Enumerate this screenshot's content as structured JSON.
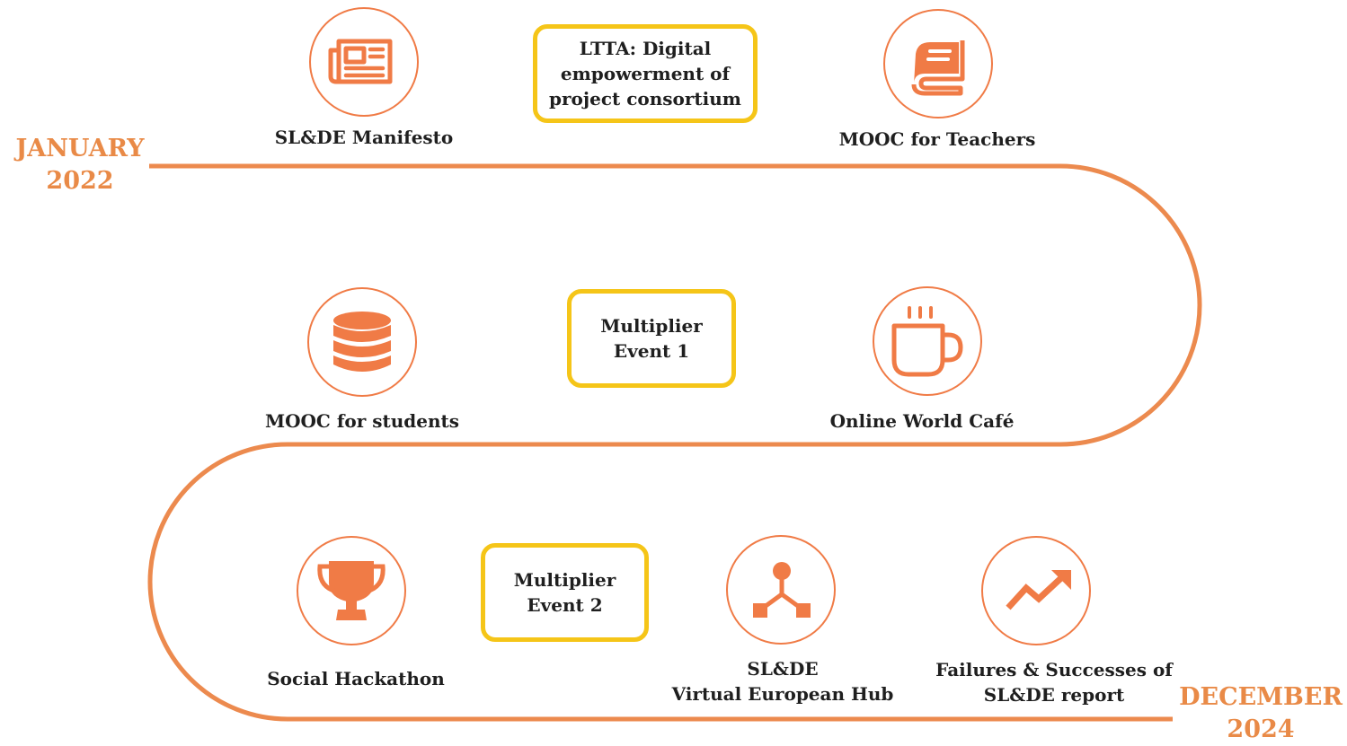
{
  "colors": {
    "path": "#ec8a4e",
    "icon": "#f07b46",
    "event_border": "#f5c518",
    "date": "#e98a47",
    "caption": "#1f1f1f"
  },
  "start_date": {
    "month": "JANUARY",
    "year": "2022"
  },
  "end_date": {
    "month": "DECEMBER",
    "year": "2024"
  },
  "milestones": {
    "manifesto": {
      "label": "SL&DE Manifesto",
      "icon": "newspaper-icon"
    },
    "mooc_teachers": {
      "label": "MOOC for Teachers",
      "icon": "book-icon"
    },
    "mooc_students": {
      "label": "MOOC for students",
      "icon": "database-icon"
    },
    "world_cafe": {
      "label": "Online World Café",
      "icon": "coffee-icon"
    },
    "hackathon": {
      "label": "Social Hackathon",
      "icon": "trophy-icon"
    },
    "hub": {
      "line1": "SL&DE",
      "line2": "Virtual European Hub",
      "icon": "network-icon"
    },
    "report": {
      "line1": "Failures & Successes of",
      "line2": "SL&DE report",
      "icon": "trend-up-icon"
    }
  },
  "events": {
    "ltta": {
      "line1": "LTTA: Digital",
      "line2": "empowerment of",
      "line3": "project consortium"
    },
    "multiplier1": {
      "line1": "Multiplier",
      "line2": "Event 1"
    },
    "multiplier2": {
      "line1": "Multiplier",
      "line2": "Event 2"
    }
  }
}
